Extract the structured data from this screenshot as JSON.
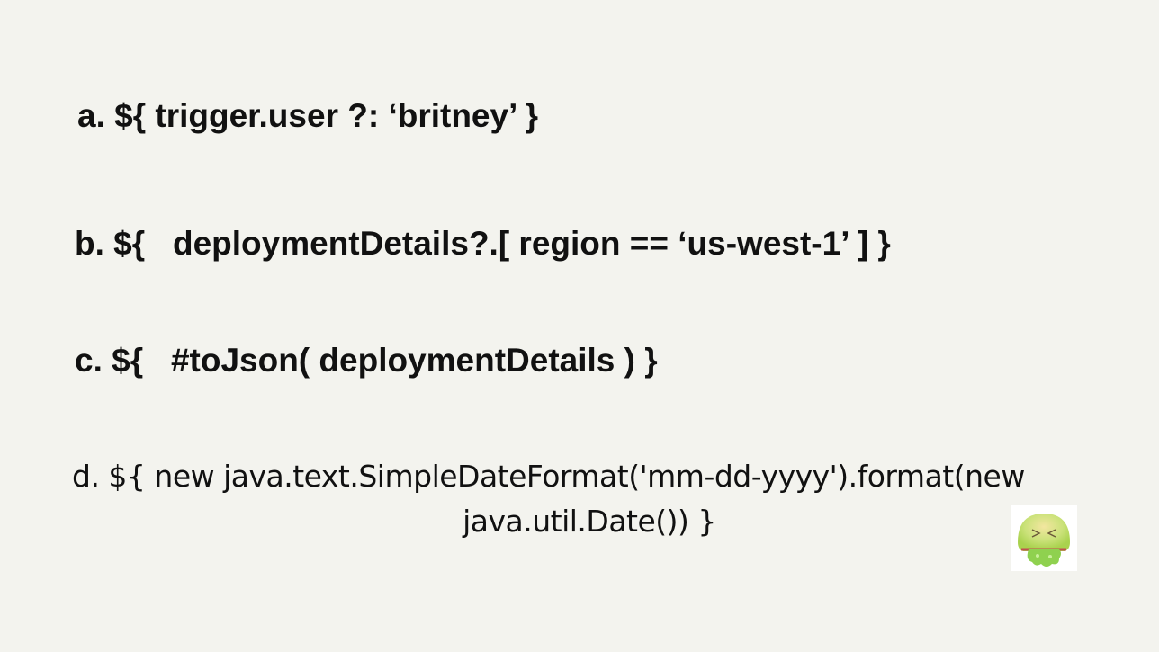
{
  "lines": {
    "a": "a. ${ trigger.user ?: ‘britney’ }",
    "b": "b. ${   deploymentDetails?.[ region == ‘us-west-1’ ] }",
    "c": "c. ${   #toJson( deploymentDetails ) }",
    "d1": "d. ${ new java.text.SimpleDateFormat('mm-dd-yyyy').format(new",
    "d2": "java.util.Date()) }"
  }
}
